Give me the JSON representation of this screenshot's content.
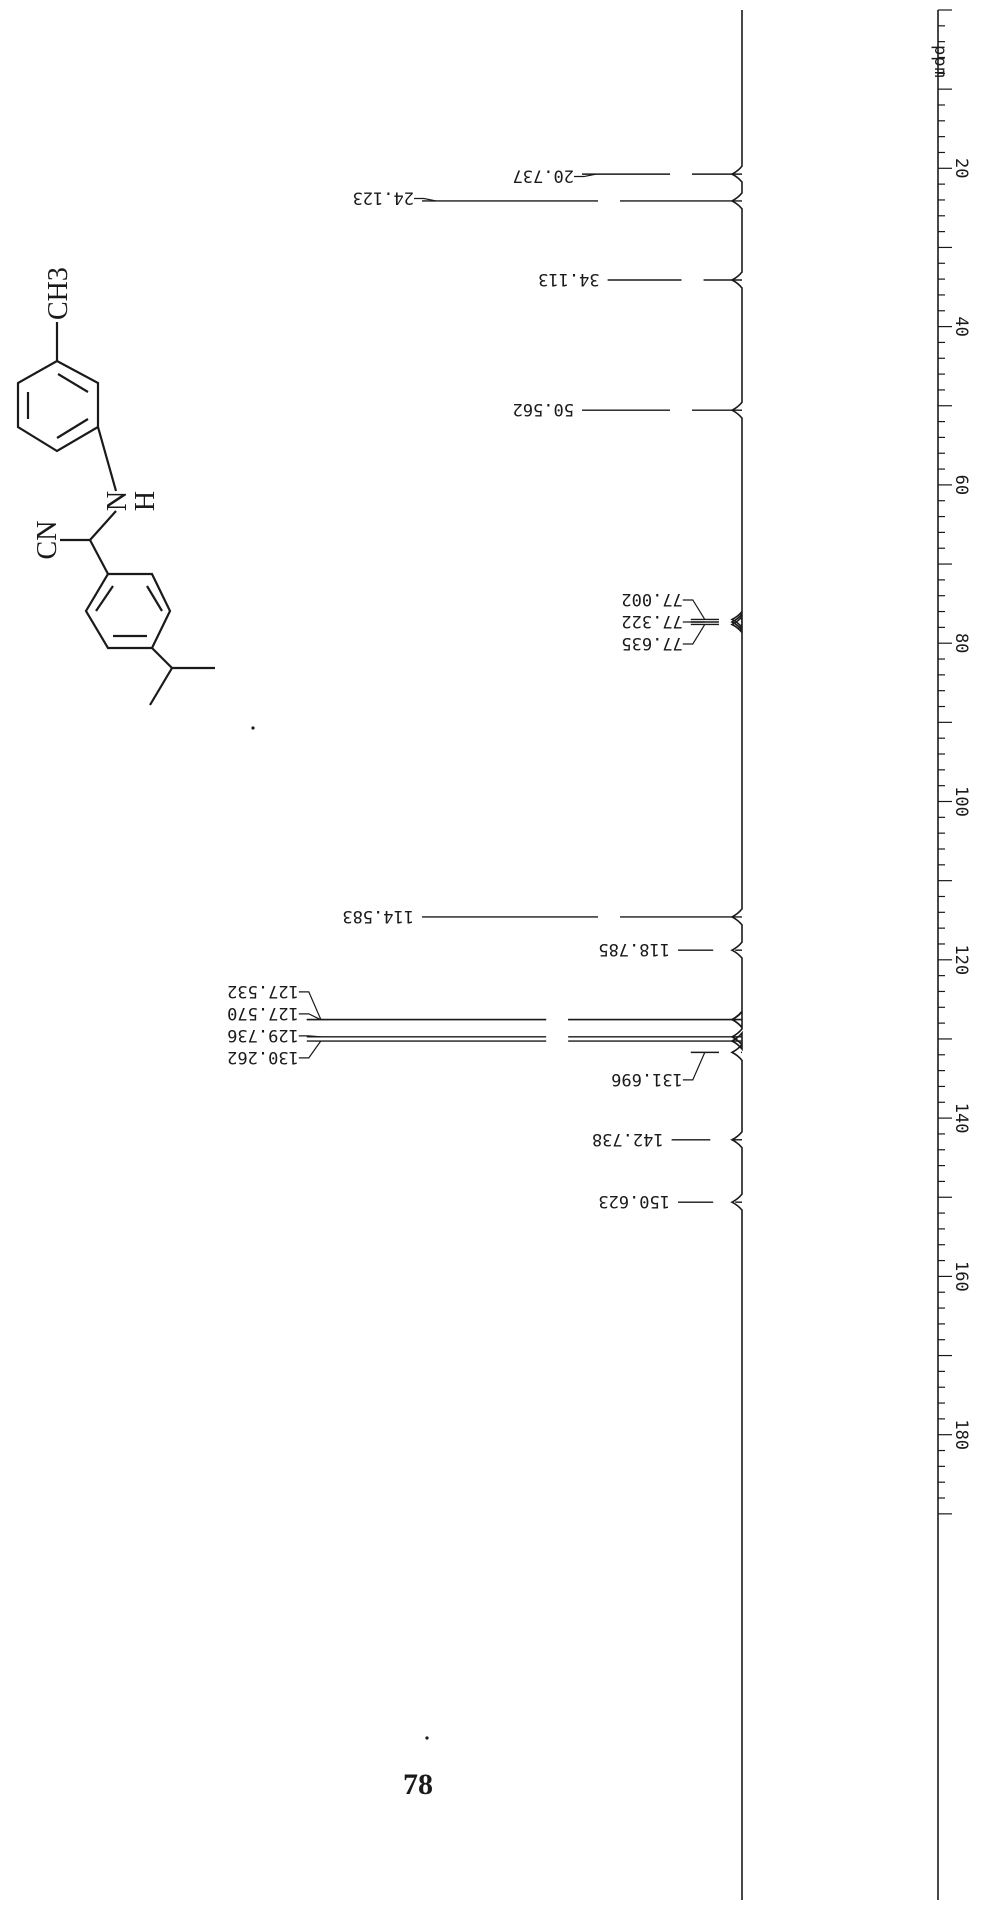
{
  "page_number": "78",
  "chart_data": {
    "type": "line",
    "title": "",
    "xlabel": "ppm",
    "ylabel": "",
    "xlim": [
      0,
      190
    ],
    "ticks": [
      20,
      40,
      60,
      80,
      100,
      120,
      140,
      160,
      180
    ],
    "x_tick_labels": [
      "20",
      "40",
      "60",
      "80",
      "100",
      "120",
      "140",
      "160",
      "180"
    ],
    "grid": false,
    "legend": "none",
    "line_color": "#1a1a1a",
    "peaks": [
      {
        "ppm": 20.737,
        "label": "20.737",
        "intensity": 0.25
      },
      {
        "ppm": 24.123,
        "label": "24.123",
        "intensity": 0.5
      },
      {
        "ppm": 34.113,
        "label": "34.113",
        "intensity": 0.21
      },
      {
        "ppm": 50.562,
        "label": "50.562",
        "intensity": 0.25
      },
      {
        "ppm": 77.002,
        "label": "77.002",
        "intensity": 0.08
      },
      {
        "ppm": 77.322,
        "label": "77.322",
        "intensity": 0.08
      },
      {
        "ppm": 77.635,
        "label": "77.635",
        "intensity": 0.08
      },
      {
        "ppm": 114.583,
        "label": "114.583",
        "intensity": 0.5
      },
      {
        "ppm": 118.785,
        "label": "118.785",
        "intensity": 0.1
      },
      {
        "ppm": 127.532,
        "label": "127.532",
        "intensity": 0.68
      },
      {
        "ppm": 127.57,
        "label": "127.570",
        "intensity": 0.68
      },
      {
        "ppm": 129.736,
        "label": "129.736",
        "intensity": 0.68
      },
      {
        "ppm": 130.262,
        "label": "130.262",
        "intensity": 0.68
      },
      {
        "ppm": 131.696,
        "label": "131.696",
        "intensity": 0.08
      },
      {
        "ppm": 142.738,
        "label": "142.738",
        "intensity": 0.11
      },
      {
        "ppm": 150.623,
        "label": "150.623",
        "intensity": 0.1
      }
    ]
  },
  "structure": {
    "substituent_top": "CH3",
    "nitrile": "CN",
    "amine_n": "N",
    "amine_h": "H"
  }
}
